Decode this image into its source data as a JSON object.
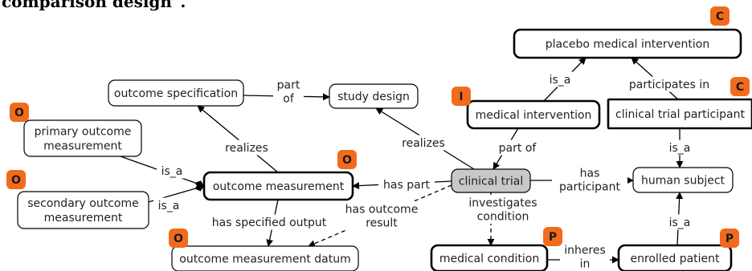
{
  "caption_fragment": "comparison design\".",
  "nodes": [
    {
      "id": "placebo",
      "label": "placebo medical intervention",
      "bold": true,
      "rounded": true
    },
    {
      "id": "study_design",
      "label": "study design",
      "bold": false,
      "rounded": true
    },
    {
      "id": "outcome_spec",
      "label": "outcome specification",
      "bold": false,
      "rounded": true
    },
    {
      "id": "medical_intervention",
      "label": "medical intervention",
      "bold": true,
      "rounded": true
    },
    {
      "id": "clinical_trial_participant",
      "label": "clinical trial participant",
      "bold": true,
      "rounded": false
    },
    {
      "id": "primary_outcome",
      "label": [
        "primary outcome",
        "measurement"
      ],
      "bold": false,
      "rounded": true
    },
    {
      "id": "secondary_outcome",
      "label": [
        "secondary outcome",
        "measurement"
      ],
      "bold": false,
      "rounded": true
    },
    {
      "id": "outcome_measurement",
      "label": "outcome measurement",
      "bold": true,
      "rounded": true
    },
    {
      "id": "clinical_trial",
      "label": "clinical trial",
      "bold": false,
      "rounded": true,
      "fill": "#c8c8c8"
    },
    {
      "id": "human_subject",
      "label": "human subject",
      "bold": false,
      "rounded": true
    },
    {
      "id": "outcome_datum",
      "label": "outcome measurement datum",
      "bold": false,
      "rounded": true
    },
    {
      "id": "medical_condition",
      "label": "medical condition",
      "bold": true,
      "rounded": true
    },
    {
      "id": "enrolled_patient",
      "label": "enrolled patient",
      "bold": true,
      "rounded": true
    }
  ],
  "badges": [
    {
      "letter": "C",
      "color": "#f26b1d"
    },
    {
      "letter": "I",
      "color": "#f26b1d"
    },
    {
      "letter": "C",
      "color": "#f26b1d"
    },
    {
      "letter": "O",
      "color": "#f26b1d"
    },
    {
      "letter": "O",
      "color": "#f26b1d"
    },
    {
      "letter": "O",
      "color": "#f26b1d"
    },
    {
      "letter": "O",
      "color": "#f26b1d"
    },
    {
      "letter": "P",
      "color": "#f26b1d"
    },
    {
      "letter": "P",
      "color": "#f26b1d"
    }
  ],
  "edge_labels": {
    "is_a_placebo": "is_a",
    "participates_in": "participates in",
    "part_of_spec": [
      "part",
      "of"
    ],
    "realizes_ct": "realizes",
    "part_of_ct": "part of",
    "is_a_participant": "is_a",
    "realizes_om": "realizes",
    "is_a_primary": "is_a",
    "is_a_secondary": "is_a",
    "has_part": "has part",
    "has_participant": [
      "has",
      "participant"
    ],
    "has_specified_output": "has specified output",
    "has_outcome_result": [
      "has outcome",
      "result"
    ],
    "investigates_condition": [
      "investigates",
      "condition"
    ],
    "is_a_enrolled": "is_a",
    "inheres_in": [
      "inheres",
      "in"
    ]
  }
}
